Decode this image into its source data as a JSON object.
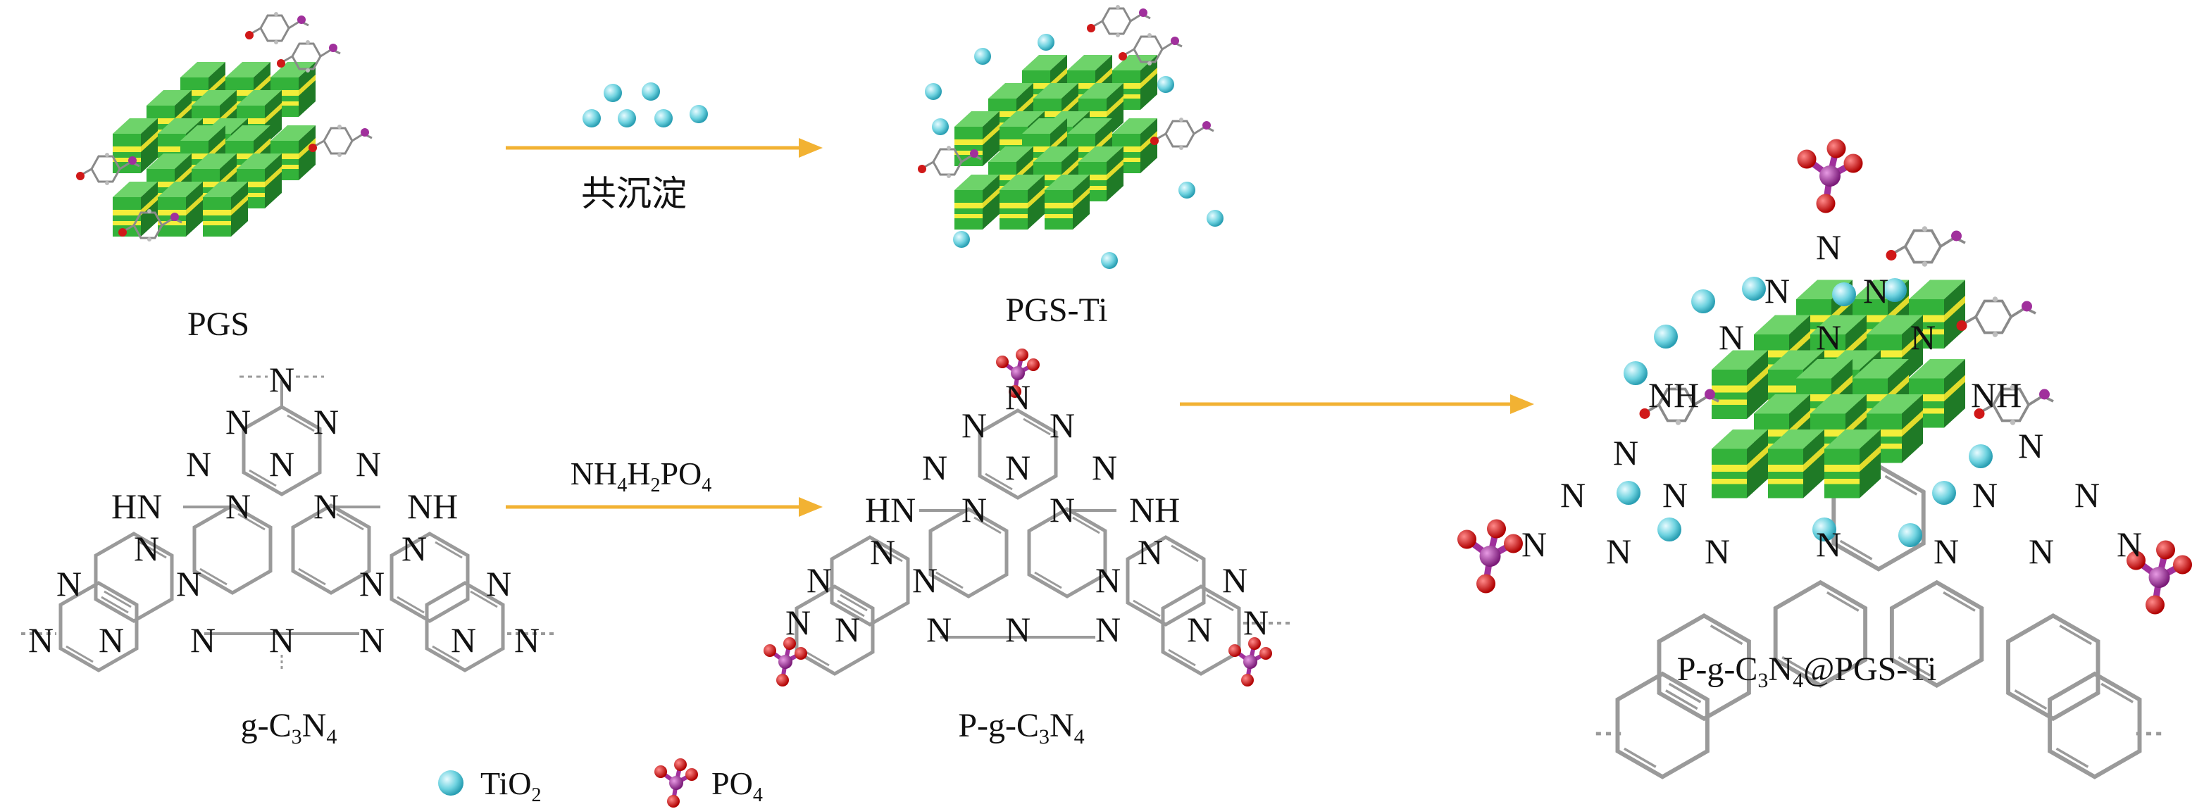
{
  "labels": {
    "pgs": "PGS",
    "pgs_ti": "PGS-Ti",
    "g_c3n4": {
      "a": "g-C",
      "b": "3",
      "c": "N",
      "d": "4"
    },
    "p_g_c3n4": {
      "a": "P-g-C",
      "b": "3",
      "c": "N",
      "d": "4"
    },
    "composite": {
      "a": "P-g-C",
      "b": "3",
      "c": "N",
      "d": "4",
      "e": "@PGS-Ti"
    },
    "step1": "共沉淀",
    "step2": {
      "a": "NH",
      "b": "4",
      "c": "H",
      "d": "2",
      "e": "PO",
      "f": "4"
    },
    "legend_tio2": {
      "a": "TiO",
      "b": "2"
    },
    "legend_po4": {
      "a": "PO",
      "b": "4"
    }
  },
  "atoms": {
    "n": "N",
    "nh": "NH",
    "hn": "HN"
  },
  "colors": {
    "arrow": "#f2b233",
    "sheet_green": "#33b23a",
    "sheet_green_dark": "#1f7a26",
    "sheet_yellow": "#f3ee3a",
    "tio2": "#6fd3e0",
    "phosphorus": "#a0309c",
    "oxygen": "#d01818",
    "bond": "#9a9a9a"
  }
}
